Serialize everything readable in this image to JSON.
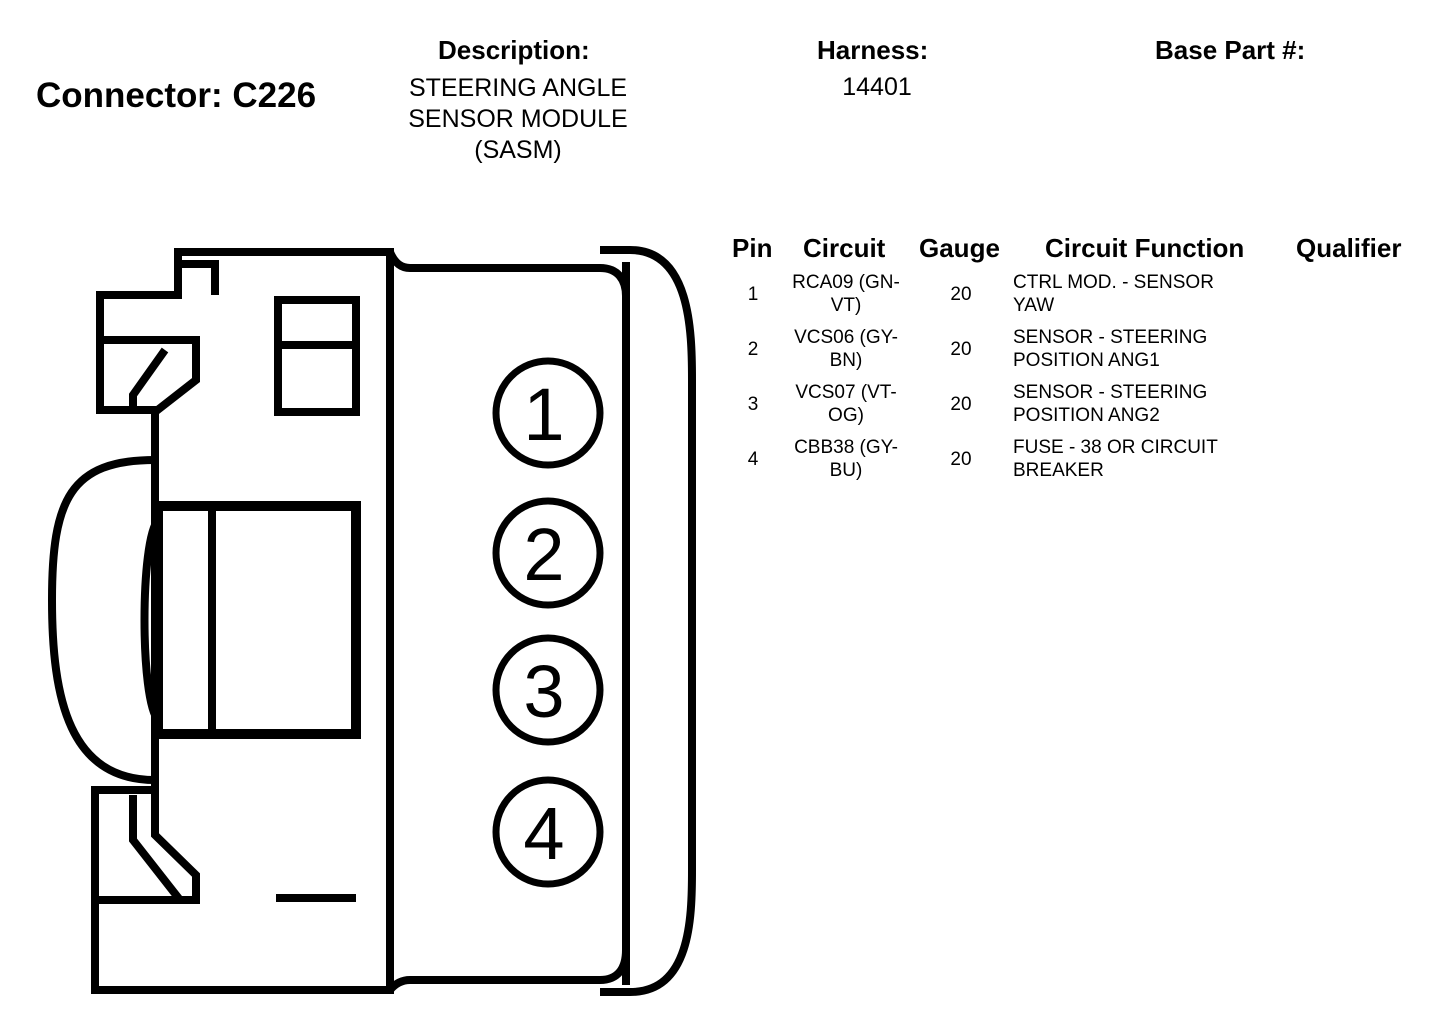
{
  "connector": {
    "title": "Connector: C226"
  },
  "headers": {
    "description": "Description:",
    "harness": "Harness:",
    "base_part": "Base Part #:"
  },
  "description_lines": [
    "STEERING ANGLE",
    "SENSOR MODULE",
    "(SASM)"
  ],
  "harness_value": "14401",
  "base_part_value": "",
  "table": {
    "columns": {
      "pin": "Pin",
      "circuit": "Circuit",
      "gauge": "Gauge",
      "circuit_function": "Circuit Function",
      "qualifier": "Qualifier"
    },
    "rows": [
      {
        "pin": "1",
        "circuit_lines": [
          "RCA09 (GN-",
          "VT)"
        ],
        "gauge": "20",
        "function_lines": [
          "CTRL MOD. - SENSOR",
          "YAW"
        ],
        "qualifier": ""
      },
      {
        "pin": "2",
        "circuit_lines": [
          "VCS06 (GY-",
          "BN)"
        ],
        "gauge": "20",
        "function_lines": [
          "SENSOR - STEERING",
          "POSITION ANG1"
        ],
        "qualifier": ""
      },
      {
        "pin": "3",
        "circuit_lines": [
          "VCS07 (VT-",
          "OG)"
        ],
        "gauge": "20",
        "function_lines": [
          "SENSOR - STEERING",
          "POSITION ANG2"
        ],
        "qualifier": ""
      },
      {
        "pin": "4",
        "circuit_lines": [
          "CBB38 (GY-",
          "BU)"
        ],
        "gauge": "20",
        "function_lines": [
          "FUSE - 38 OR CIRCUIT",
          "BREAKER"
        ],
        "qualifier": ""
      }
    ]
  },
  "diagram": {
    "pin_labels": [
      "1",
      "2",
      "3",
      "4"
    ]
  },
  "colors": {
    "line": "#000000",
    "background": "#ffffff"
  }
}
